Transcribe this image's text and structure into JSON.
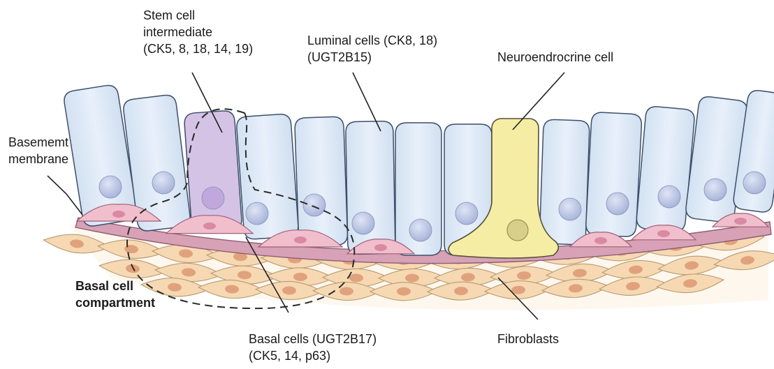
{
  "labels": {
    "stem": [
      "Stem cell",
      "intermediate",
      "(CK5, 8, 18, 14, 19)"
    ],
    "luminal": [
      "Luminal cells (CK8, 18)",
      "(UGT2B15)"
    ],
    "neuroendocrine": [
      "Neuroendrocrine cell"
    ],
    "basement": [
      "Basememt",
      "membrane"
    ],
    "basal_compartment": [
      "Basal cell",
      "compartment"
    ],
    "basal_cells": [
      "Basal cells (UGT2B17)",
      "(CK5, 14, p63)"
    ],
    "fibroblasts": [
      "Fibroblasts"
    ]
  },
  "colors": {
    "luminal_fill": "#dde9f6",
    "luminal_stroke": "#3d4f6a",
    "nucleus_fill": "#b9c4e3",
    "stem_fill": "#d5c3e6",
    "neuro_fill": "#f5eda4",
    "basal_fill": "#f0bfcb",
    "fibroblast_fill": "#f6d9b3",
    "fibro_nucleus": "#e0a27c",
    "membrane": "#c98fa6"
  }
}
